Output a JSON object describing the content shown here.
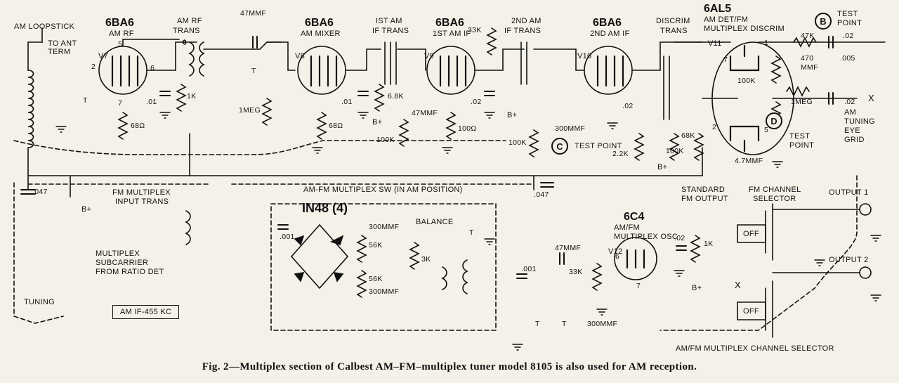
{
  "caption": "Fig. 2—Multiplex section of Calbest AM–FM–multiplex tuner model 8105 is also used for AM reception.",
  "tubes": {
    "v7": {
      "type": "6BA6",
      "role": "AM RF",
      "ref": "V7"
    },
    "v8": {
      "type": "6BA6",
      "role": "AM MIXER",
      "ref": "V8"
    },
    "v9": {
      "type": "6BA6",
      "role": "1ST AM IF",
      "ref": "V9"
    },
    "v10": {
      "type": "6BA6",
      "role": "2ND AM IF",
      "ref": "V10"
    },
    "v11": {
      "type": "6AL5",
      "role1": "AM DET/FM",
      "role2": "MULTIPLEX DISCRIM",
      "ref": "V11"
    },
    "v12": {
      "type": "6C4",
      "role1": "AM/FM",
      "role2": "MULTIPLEX OSC",
      "ref": "V12"
    }
  },
  "labels": {
    "am_loopstick": "AM LOOPSTICK",
    "to_ant_1": "TO ANT",
    "to_ant_2": "TERM",
    "am_rf_trans_1": "AM RF",
    "am_rf_trans_2": "TRANS",
    "if1_1": "IST AM",
    "if1_2": "IF TRANS",
    "if2_1": "2ND AM",
    "if2_2": "IF TRANS",
    "discrim_1": "DISCRIM",
    "discrim_2": "TRANS",
    "test_point_b_1": "TEST",
    "test_point_b_2": "POINT",
    "test_point_c": "TEST POINT",
    "test_point_d_1": "TEST",
    "test_point_d_2": "POINT",
    "am_tuning_1": "AM",
    "am_tuning_2": "TUNING",
    "am_tuning_3": "EYE",
    "am_tuning_4": "GRID",
    "switch_label": "AM-FM MULTIPLEX SW (IN AM POSITION)",
    "fm_mpx_in_1": "FM MULTIPLEX",
    "fm_mpx_in_2": "INPUT TRANS",
    "subcarrier_1": "MULTIPLEX",
    "subcarrier_2": "SUBCARRIER",
    "subcarrier_3": "FROM RATIO DET",
    "tuning": "TUNING",
    "am_if": "AM IF-455 KC",
    "diodes": "IN48 (4)",
    "balance": "BALANCE",
    "std_fm_1": "STANDARD",
    "std_fm_2": "FM OUTPUT",
    "fm_chan_1": "FM CHANNEL",
    "fm_chan_2": "SELECTOR",
    "output1": "OUTPUT 1",
    "output2": "OUTPUT 2",
    "off1": "OFF",
    "off2": "OFF",
    "am_fm_sel": "AM/FM MULTIPLEX CHANNEL SELECTOR",
    "b_plus": "B+",
    "x": "X"
  },
  "values": {
    "c047a": ".047",
    "c01a": ".01",
    "r1k": "1K",
    "r68a": "68Ω",
    "c47uuf": "47μμf",
    "r1meg": "1MEG",
    "r68b": "68Ω",
    "c01b": ".01",
    "r6_8k": "6.8K",
    "r33k": "33K",
    "c02a": ".02",
    "c47uuf2": "47μμf",
    "r100k": "100K",
    "r100": "100Ω",
    "c300": "300μμf",
    "c02b": ".02",
    "r100k_c": "100K",
    "r2_2k": "2.2K",
    "r68k": "68K",
    "r100k_d": "100K",
    "r47k": "47K",
    "c470": "470",
    "c470u": "μμf",
    "c02c": ".02",
    "c005": ".005",
    "r100k_v11": "100K",
    "r1meg_v11": "1MEG",
    "c02d": ".02",
    "c4_7": "4.7μμf",
    "c047b": ".047",
    "c001a": ".001",
    "c300b": "300μμf",
    "r56a": "56K",
    "r56b": "56K",
    "c300c": "300μμf",
    "r3k": "3K",
    "c47uuf3": "47μμf",
    "c001b": ".001",
    "r33k_b": "33K",
    "c02e": ".02",
    "r1k_b": "1K",
    "c300d": "300μμf",
    "t": "T"
  },
  "test_points": {
    "b": "B",
    "c": "C",
    "d": "D"
  },
  "pins": {
    "p5": "5",
    "p2": "2",
    "p6": "6",
    "p7": "7",
    "p1": "1"
  }
}
